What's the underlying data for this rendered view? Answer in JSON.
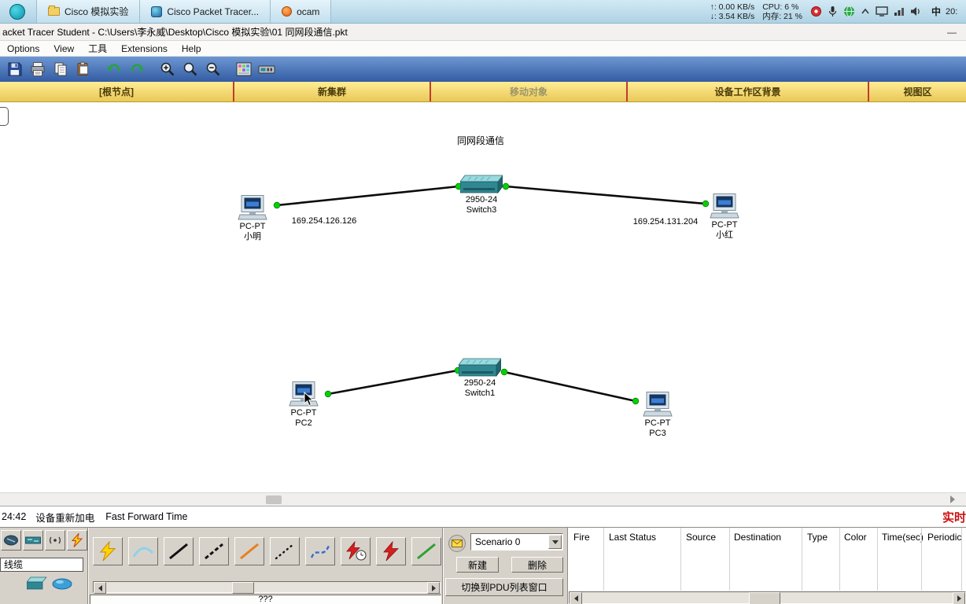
{
  "taskbar": {
    "tabs": [
      {
        "label": "Cisco 模拟实验",
        "icon": "folder-icon"
      },
      {
        "label": "Cisco Packet Tracer...",
        "icon": "packet-tracer-icon"
      },
      {
        "label": "ocam",
        "icon": "ocam-icon"
      }
    ],
    "net_up": "↑: 0.00 KB/s",
    "net_down": "↓: 3.54 KB/s",
    "cpu": "CPU: 6 %",
    "memory": "内存: 21 %",
    "tray_icons": [
      "record-icon",
      "mic-icon",
      "globe-icon",
      "tray-expand-icon",
      "monitor-icon",
      "network-icon",
      "volume-icon"
    ],
    "ime": "中",
    "clock": "20:"
  },
  "window": {
    "title": "acket Tracer Student - C:\\Users\\李永威\\Desktop\\Cisco 模拟实验\\01 同网段通信.pkt",
    "minimize_glyph": "—"
  },
  "menu_bar": {
    "items": [
      "Options",
      "View",
      "工具",
      "Extensions",
      "Help"
    ]
  },
  "toolbar": {
    "icons": [
      "save-icon",
      "print-icon",
      "copy-icon",
      "paste-icon",
      "undo-icon",
      "redo-icon",
      "zoom-in-icon",
      "zoom-icon",
      "zoom-out-icon",
      "palette-icon",
      "custom-device-icon"
    ]
  },
  "cluster_bar": {
    "segments": [
      "[根节点]",
      "新集群",
      "移动对象",
      "设备工作区背景",
      "视图区"
    ]
  },
  "canvas": {
    "title": "同网段通信",
    "devices": [
      {
        "type": "switch",
        "model": "2950-24",
        "name": "Switch3"
      },
      {
        "type": "pc",
        "model": "PC-PT",
        "name": "小明"
      },
      {
        "type": "pc",
        "model": "PC-PT",
        "name": "小红"
      },
      {
        "type": "switch",
        "model": "2950-24",
        "name": "Switch1"
      },
      {
        "type": "pc",
        "model": "PC-PT",
        "name": "PC2"
      },
      {
        "type": "pc",
        "model": "PC-PT",
        "name": "PC3"
      }
    ],
    "ip_labels": [
      "169.254.126.126",
      "169.254.131.204"
    ],
    "link_color": "#00d400"
  },
  "status_bar": {
    "time": "24:42",
    "event": "设备重新加电",
    "mode": "Fast Forward Time",
    "realtime_label": "实时",
    "realtime_color": "#cc1111"
  },
  "bottom_panel": {
    "category_icons": [
      "router-icon",
      "switch-icon",
      "wireless-icon",
      "connections-icon"
    ],
    "category_label": "线缆",
    "device_thumbnails": [
      "switch-thumbnail",
      "hub-thumbnail"
    ],
    "selected_device_label": "???",
    "connection_icons": [
      "auto-connect-icon",
      "console-icon",
      "copper-straight-icon",
      "copper-cross-icon",
      "fiber-icon",
      "phone-icon",
      "coax-icon",
      "serial-dce-icon",
      "serial-dte-icon",
      "octal-icon"
    ],
    "scenario": {
      "selected": "Scenario 0",
      "new_button": "新建",
      "delete_button": "删除",
      "toggle_pdu_button": "切换到PDU列表窗口"
    },
    "pdu_table": {
      "headers": [
        "Fire",
        "Last Status",
        "Source",
        "Destination",
        "Type",
        "Color",
        "Time(sec)",
        "Periodic"
      ]
    }
  },
  "colors": {
    "toolbar_blue": "#3f6db0",
    "cluster_yellow": "#f0d25d",
    "link_green": "#00d400",
    "realtime_red": "#cc1111"
  }
}
